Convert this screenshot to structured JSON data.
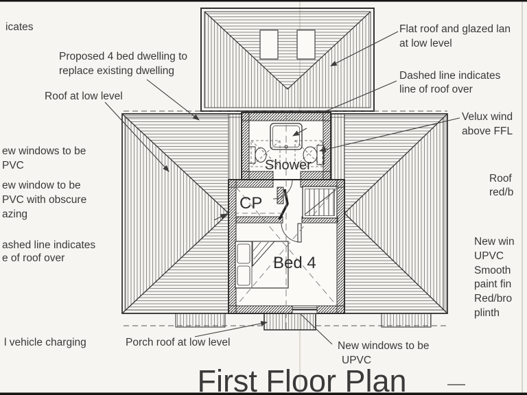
{
  "title": "First Floor Plan",
  "rooms": {
    "shower": "Shower",
    "cp": "CP",
    "bed4": "Bed 4"
  },
  "annotations": {
    "left_top_fragment": [
      "icates"
    ],
    "proposed_dwelling": [
      "Proposed 4 bed dwelling to",
      "replace existing dwelling"
    ],
    "roof_low_level": [
      "Roof at low level"
    ],
    "new_windows_left": [
      "ew windows to be",
      "PVC"
    ],
    "obscure_window": [
      "ew window to be",
      "PVC with obscure",
      "azing"
    ],
    "dashed_line_left": [
      "ashed line indicates",
      "e of roof over"
    ],
    "vehicle_charging": [
      "l vehicle charging"
    ],
    "flat_roof": [
      "Flat roof and glazed lan",
      "at low level"
    ],
    "dashed_line_right": [
      "Dashed line indicates",
      "line of roof over"
    ],
    "velux_window": [
      "Velux wind",
      "above FFL"
    ],
    "roof_finish": [
      "Roof",
      "red/b"
    ],
    "materials": [
      "New win",
      "UPVC",
      "Smooth",
      "paint fin",
      "Red/bro",
      "plinth"
    ],
    "porch_roof": [
      "Porch roof at low level"
    ],
    "new_windows_bottom": [
      "New windows to be",
      "UPVC"
    ]
  },
  "colors": {
    "paper": "#f6f5f1",
    "ink": "#383838",
    "line": "#333333",
    "hatch": "#6e6e6e"
  }
}
